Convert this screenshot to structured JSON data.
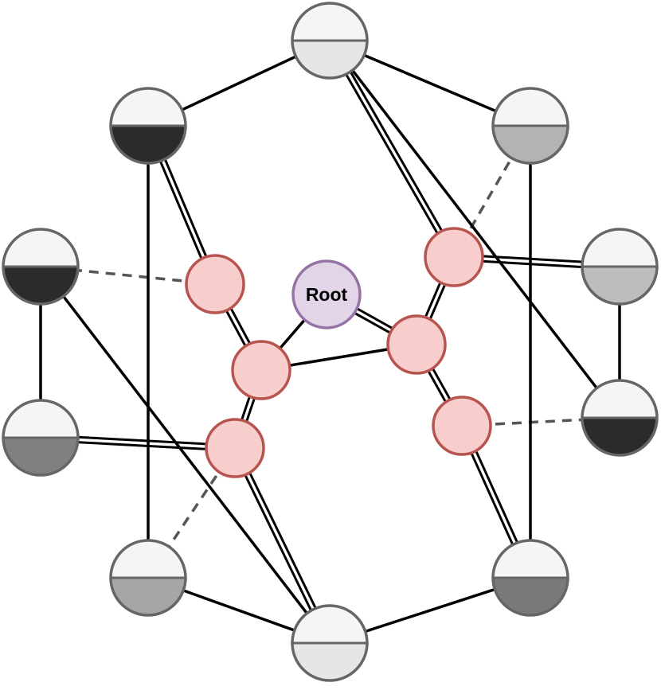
{
  "diagram": {
    "root": {
      "label": "Root",
      "fill": "#e1d5e7",
      "stroke": "#9673a6"
    },
    "inner_nodes": [
      {
        "id": "i1"
      },
      {
        "id": "i2"
      },
      {
        "id": "i3"
      },
      {
        "id": "i4"
      },
      {
        "id": "i5"
      },
      {
        "id": "i6"
      }
    ],
    "inner_style": {
      "fill": "#f8cecc",
      "stroke": "#b85450"
    },
    "outer_nodes": [
      {
        "id": "top",
        "bottom_fill": "#e6e6e6"
      },
      {
        "id": "upper-left",
        "bottom_fill": "#2b2b2b"
      },
      {
        "id": "upper-right",
        "bottom_fill": "#b3b3b3"
      },
      {
        "id": "mid-left",
        "bottom_fill": "#2b2b2b"
      },
      {
        "id": "mid-right",
        "bottom_fill": "#bdbdbd"
      },
      {
        "id": "lower-left",
        "bottom_fill": "#808080"
      },
      {
        "id": "lower-right",
        "bottom_fill": "#2b2b2b"
      },
      {
        "id": "bottom-left",
        "bottom_fill": "#a6a6a6"
      },
      {
        "id": "bottom-right",
        "bottom_fill": "#7a7a7a"
      },
      {
        "id": "bottom",
        "bottom_fill": "#e6e6e6"
      }
    ],
    "outer_style": {
      "top_fill": "#f5f5f5",
      "stroke": "#666666"
    },
    "edges": [
      {
        "from": "root",
        "to": "i2",
        "style": "solid"
      },
      {
        "from": "root",
        "to": "i4",
        "style": "double"
      },
      {
        "from": "i1",
        "to": "i2",
        "style": "double"
      },
      {
        "from": "i2",
        "to": "i3",
        "style": "double"
      },
      {
        "from": "i2",
        "to": "i4",
        "style": "solid"
      },
      {
        "from": "i4",
        "to": "i5",
        "style": "double"
      },
      {
        "from": "i4",
        "to": "i6",
        "style": "double"
      },
      {
        "from": "i1",
        "to": "upper-left",
        "style": "double"
      },
      {
        "from": "i1",
        "to": "mid-left",
        "style": "dashed"
      },
      {
        "from": "i3",
        "to": "lower-left",
        "style": "double"
      },
      {
        "from": "i3",
        "to": "bottom-left",
        "style": "dashed"
      },
      {
        "from": "i3",
        "to": "bottom",
        "style": "double"
      },
      {
        "from": "i5",
        "to": "top",
        "style": "double"
      },
      {
        "from": "i5",
        "to": "upper-right",
        "style": "dashed"
      },
      {
        "from": "i5",
        "to": "mid-right",
        "style": "double"
      },
      {
        "from": "i6",
        "to": "lower-right",
        "style": "dashed"
      },
      {
        "from": "i6",
        "to": "bottom-right",
        "style": "double"
      },
      {
        "from": "top",
        "to": "upper-left",
        "style": "solid"
      },
      {
        "from": "top",
        "to": "upper-right",
        "style": "solid"
      },
      {
        "from": "top",
        "to": "lower-right",
        "style": "solid"
      },
      {
        "from": "upper-left",
        "to": "bottom-left",
        "style": "solid"
      },
      {
        "from": "upper-right",
        "to": "bottom-right",
        "style": "solid"
      },
      {
        "from": "mid-left",
        "to": "lower-left",
        "style": "solid"
      },
      {
        "from": "mid-left",
        "to": "bottom",
        "style": "solid"
      },
      {
        "from": "mid-right",
        "to": "lower-right",
        "style": "solid"
      },
      {
        "from": "bottom-left",
        "to": "bottom",
        "style": "solid"
      },
      {
        "from": "bottom-right",
        "to": "bottom",
        "style": "solid"
      }
    ]
  }
}
